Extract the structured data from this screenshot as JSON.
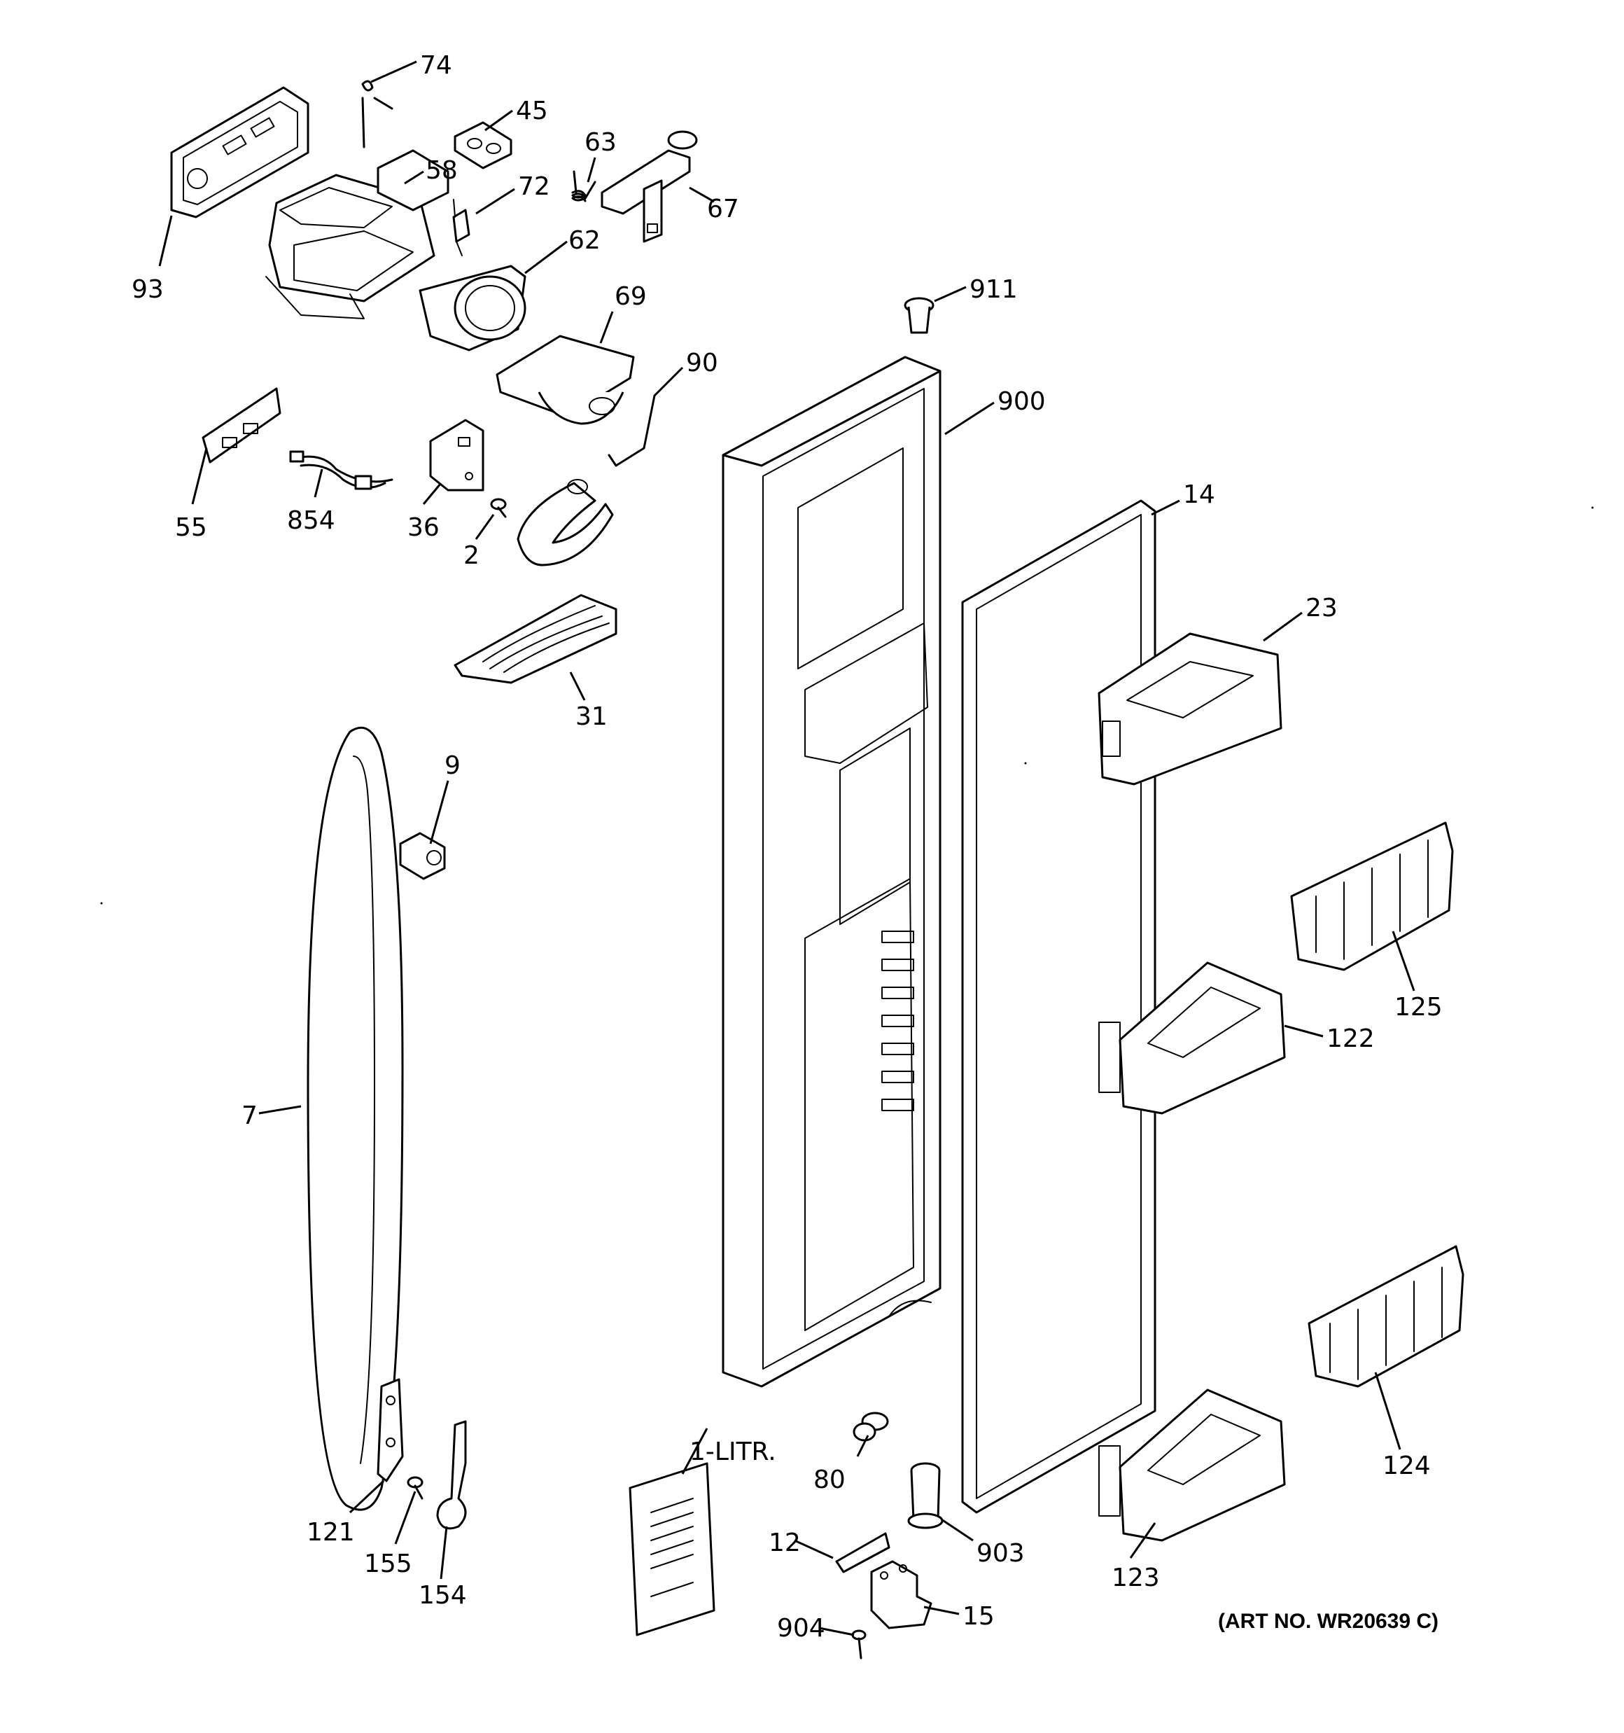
{
  "figure": {
    "art_number": "(ART NO. WR20639 C)"
  },
  "callouts": [
    {
      "id": "c74",
      "text": "74"
    },
    {
      "id": "c45",
      "text": "45"
    },
    {
      "id": "c63",
      "text": "63"
    },
    {
      "id": "c58",
      "text": "58"
    },
    {
      "id": "c72",
      "text": "72"
    },
    {
      "id": "c67",
      "text": "67"
    },
    {
      "id": "c62",
      "text": "62"
    },
    {
      "id": "c93",
      "text": "93"
    },
    {
      "id": "c69",
      "text": "69"
    },
    {
      "id": "c911",
      "text": "911"
    },
    {
      "id": "c90",
      "text": "90"
    },
    {
      "id": "c900",
      "text": "900"
    },
    {
      "id": "c55",
      "text": "55"
    },
    {
      "id": "c854",
      "text": "854"
    },
    {
      "id": "c36",
      "text": "36"
    },
    {
      "id": "c2",
      "text": "2"
    },
    {
      "id": "c14",
      "text": "14"
    },
    {
      "id": "c23",
      "text": "23"
    },
    {
      "id": "c31",
      "text": "31"
    },
    {
      "id": "c9",
      "text": "9"
    },
    {
      "id": "c125",
      "text": "125"
    },
    {
      "id": "c122",
      "text": "122"
    },
    {
      "id": "c7",
      "text": "7"
    },
    {
      "id": "c124",
      "text": "124"
    },
    {
      "id": "c1litr",
      "text": "1-LITR."
    },
    {
      "id": "c80",
      "text": "80"
    },
    {
      "id": "c121",
      "text": "121"
    },
    {
      "id": "c155",
      "text": "155"
    },
    {
      "id": "c154",
      "text": "154"
    },
    {
      "id": "c12",
      "text": "12"
    },
    {
      "id": "c903",
      "text": "903"
    },
    {
      "id": "c123",
      "text": "123"
    },
    {
      "id": "c904",
      "text": "904"
    },
    {
      "id": "c15",
      "text": "15"
    }
  ]
}
